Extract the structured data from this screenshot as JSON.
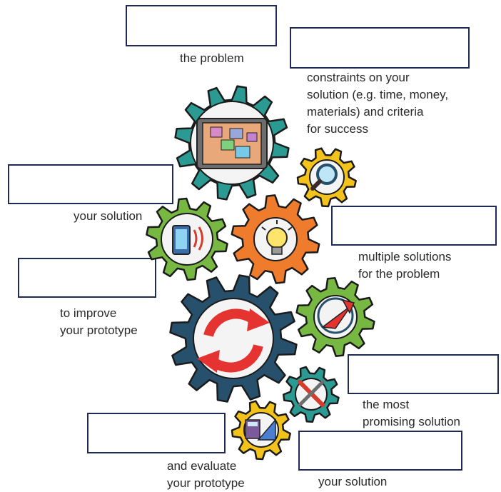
{
  "labels": {
    "define": "the problem",
    "identify": "constraints on your\nsolution (e.g. time, money,\nmaterials) and criteria\nfor success",
    "communicate": "your solution",
    "brainstorm": "multiple solutions\nfor the problem",
    "redesign": "to improve\nyour prototype",
    "select": "the most\npromising solution",
    "test": "and evaluate\nyour prototype",
    "build": "your solution"
  },
  "colors": {
    "teal": "#2b9a93",
    "yellow": "#f3c21b",
    "orange": "#ef7b2c",
    "green": "#77b843",
    "navy": "#26506b",
    "box_border": "#1f2a57"
  },
  "icons": [
    "tablet-board-icon",
    "magnifier-icon",
    "phone-icon",
    "lightbulb-icon",
    "refresh-arrows-icon",
    "arrow-target-icon",
    "tools-icon",
    "calculator-ruler-icon"
  ]
}
